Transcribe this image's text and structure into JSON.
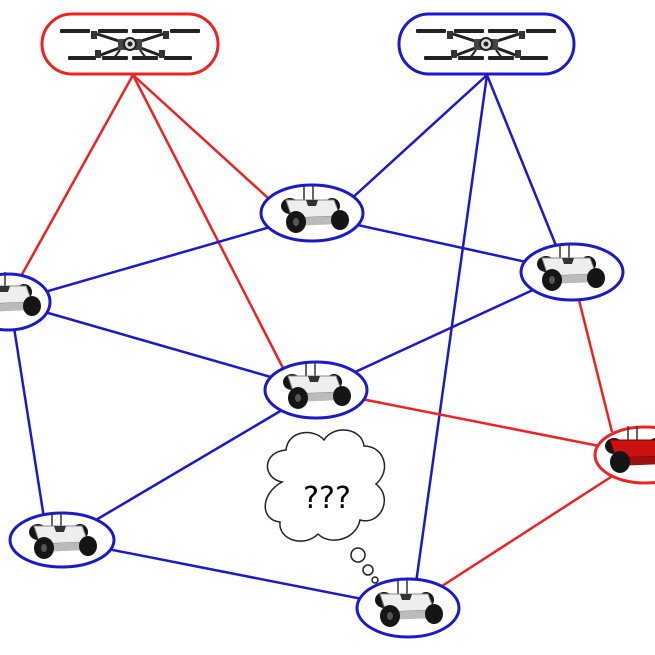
{
  "colors": {
    "red": "#ee2222",
    "blue": "#1a1acc",
    "robot_dark": "#151515",
    "robot_body": "#eeeeee",
    "robot_highlight": "#cc1111"
  },
  "nodes": [
    {
      "id": "uav-1",
      "kind": "drone",
      "group": "red"
    },
    {
      "id": "uav-2",
      "kind": "drone",
      "group": "blue"
    },
    {
      "id": "ugv-top",
      "kind": "rover",
      "group": "blue"
    },
    {
      "id": "ugv-left",
      "kind": "rover",
      "group": "blue"
    },
    {
      "id": "ugv-right",
      "kind": "rover",
      "group": "blue"
    },
    {
      "id": "ugv-center",
      "kind": "rover",
      "group": "blue"
    },
    {
      "id": "ugv-faulty",
      "kind": "rover",
      "group": "red"
    },
    {
      "id": "ugv-lower-left",
      "kind": "rover",
      "group": "blue"
    },
    {
      "id": "ugv-bottom",
      "kind": "rover",
      "group": "blue"
    }
  ],
  "links": [
    {
      "from": "uav-1",
      "to": "ugv-left",
      "color": "red"
    },
    {
      "from": "uav-1",
      "to": "ugv-center",
      "color": "red"
    },
    {
      "from": "uav-1",
      "to": "ugv-top",
      "color": "red"
    },
    {
      "from": "uav-2",
      "to": "ugv-top",
      "color": "blue"
    },
    {
      "from": "uav-2",
      "to": "ugv-right",
      "color": "blue"
    },
    {
      "from": "uav-2",
      "to": "ugv-bottom",
      "color": "blue"
    },
    {
      "from": "ugv-top",
      "to": "ugv-left",
      "color": "blue"
    },
    {
      "from": "ugv-top",
      "to": "ugv-right",
      "color": "blue"
    },
    {
      "from": "ugv-left",
      "to": "ugv-center",
      "color": "blue"
    },
    {
      "from": "ugv-left",
      "to": "ugv-lower-left",
      "color": "blue"
    },
    {
      "from": "ugv-right",
      "to": "ugv-center",
      "color": "blue"
    },
    {
      "from": "ugv-right",
      "to": "ugv-faulty",
      "color": "red"
    },
    {
      "from": "ugv-center",
      "to": "ugv-lower-left",
      "color": "blue"
    },
    {
      "from": "ugv-center",
      "to": "ugv-faulty",
      "color": "red"
    },
    {
      "from": "ugv-lower-left",
      "to": "ugv-bottom",
      "color": "blue"
    },
    {
      "from": "ugv-faulty",
      "to": "ugv-bottom",
      "color": "red"
    }
  ],
  "thought_bubble": {
    "text": "???"
  }
}
